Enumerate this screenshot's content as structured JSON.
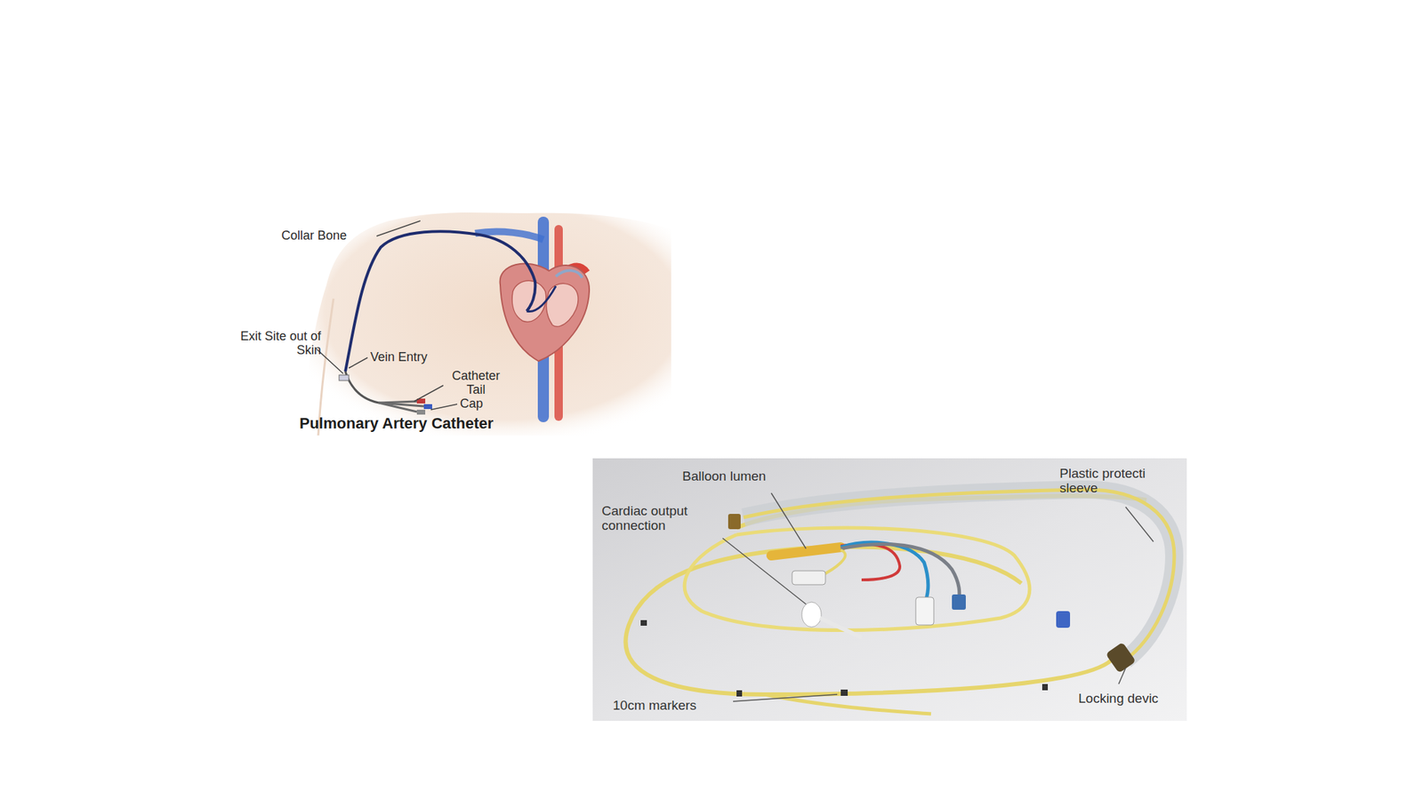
{
  "diagram": {
    "caption": "Pulmonary Artery Catheter",
    "labels": [
      "Collar Bone",
      "Exit Site out of Skin",
      "Vein Entry",
      "Catheter Tail",
      "Cap",
      "Balloon lumen",
      "Cardiac output connection",
      "Plastic protecti sleeve",
      "10cm markers",
      "Locking devic"
    ]
  }
}
